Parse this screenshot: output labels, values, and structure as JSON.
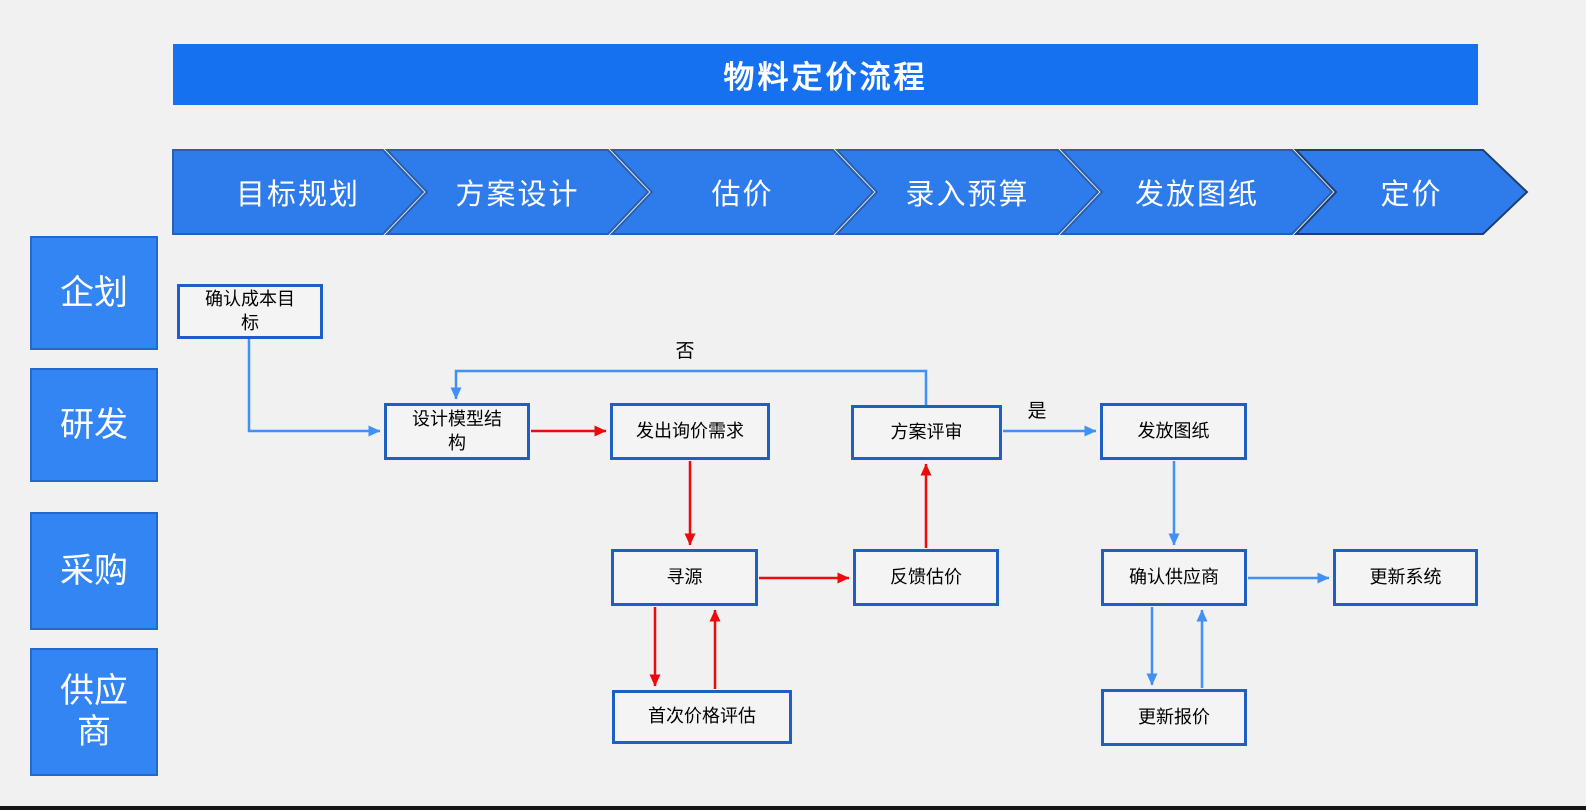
{
  "title": "物料定价流程",
  "phases": [
    "目标规划",
    "方案设计",
    "估价",
    "录入预算",
    "发放图纸",
    "定价"
  ],
  "lanes": [
    "企划",
    "研发",
    "采购",
    "供应商"
  ],
  "nodes": [
    {
      "id": "confirm-cost-target",
      "lane": "企划",
      "label": "确认成本目标"
    },
    {
      "id": "design-model-structure",
      "lane": "研发",
      "label": "设计模型结构"
    },
    {
      "id": "send-inquiry-request",
      "lane": "研发",
      "label": "发出询价需求"
    },
    {
      "id": "plan-review",
      "lane": "研发",
      "label": "方案评审"
    },
    {
      "id": "issue-drawings",
      "lane": "研发",
      "label": "发放图纸"
    },
    {
      "id": "sourcing",
      "lane": "采购",
      "label": "寻源"
    },
    {
      "id": "feedback-estimate",
      "lane": "采购",
      "label": "反馈估价"
    },
    {
      "id": "confirm-supplier",
      "lane": "采购",
      "label": "确认供应商"
    },
    {
      "id": "update-system",
      "lane": "采购",
      "label": "更新系统"
    },
    {
      "id": "first-price-evaluation",
      "lane": "供应商",
      "label": "首次价格评估"
    },
    {
      "id": "update-quote",
      "lane": "供应商",
      "label": "更新报价"
    }
  ],
  "edge_labels": {
    "no": "否",
    "yes": "是"
  },
  "edges": [
    {
      "from": "确认成本目标",
      "to": "设计模型结构",
      "color": "blue"
    },
    {
      "from": "设计模型结构",
      "to": "发出询价需求",
      "color": "red"
    },
    {
      "from": "发出询价需求",
      "to": "寻源",
      "color": "red"
    },
    {
      "from": "寻源",
      "to": "反馈估价",
      "color": "red"
    },
    {
      "from": "反馈估价",
      "to": "方案评审",
      "color": "red"
    },
    {
      "from": "方案评审",
      "to": "设计模型结构",
      "color": "blue",
      "label": "否"
    },
    {
      "from": "方案评审",
      "to": "发放图纸",
      "color": "blue",
      "label": "是"
    },
    {
      "from": "发放图纸",
      "to": "确认供应商",
      "color": "blue"
    },
    {
      "from": "确认供应商",
      "to": "更新系统",
      "color": "blue"
    },
    {
      "from": "确认供应商",
      "to": "更新报价",
      "color": "blue"
    },
    {
      "from": "更新报价",
      "to": "确认供应商",
      "color": "blue"
    },
    {
      "from": "寻源",
      "to": "首次价格评估",
      "color": "red"
    },
    {
      "from": "首次价格评估",
      "to": "寻源",
      "color": "red"
    }
  ],
  "colors": {
    "background": "#f1f1f2",
    "title_fill": "#1571f0",
    "chevron_fill": "#2e7ceb",
    "chevron_outline": "#2a5fae",
    "lane_fill": "#3285f2",
    "node_border": "#1d5fc2",
    "node_fill": "#f4f4f5",
    "blue_arrow": "#4090f5",
    "red_arrow": "#ee0a0a"
  }
}
